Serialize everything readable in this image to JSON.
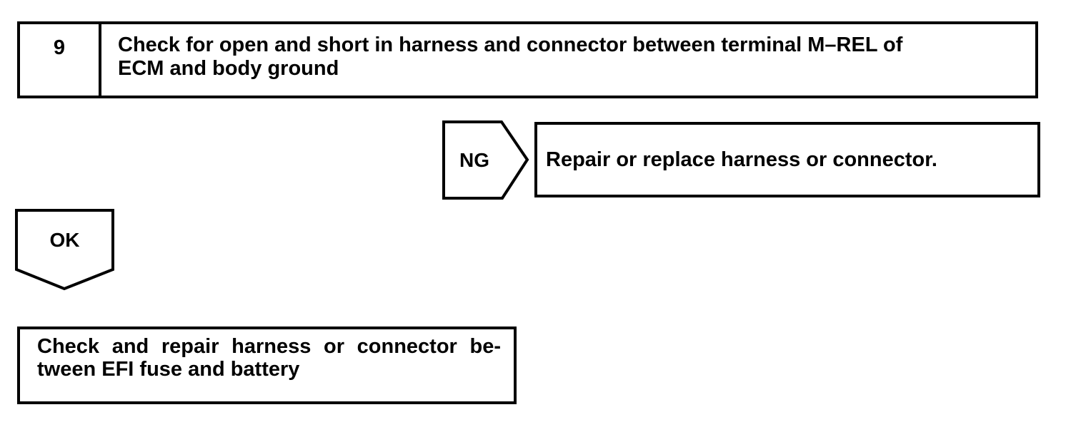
{
  "diagram": {
    "colors": {
      "line": "#000000",
      "background": "#ffffff",
      "text": "#000000"
    },
    "step": {
      "number": "9",
      "title_line1": "Check for open and short in harness and connector between terminal M–REL of",
      "title_line2": "ECM and body ground"
    },
    "ng_branch": {
      "tag_label": "NG",
      "action_text": "Repair or replace harness or connector."
    },
    "ok_branch": {
      "tag_label": "OK"
    },
    "result": {
      "line1": "Check and repair harness or connector be-",
      "line2": "tween EFI fuse and battery"
    }
  }
}
